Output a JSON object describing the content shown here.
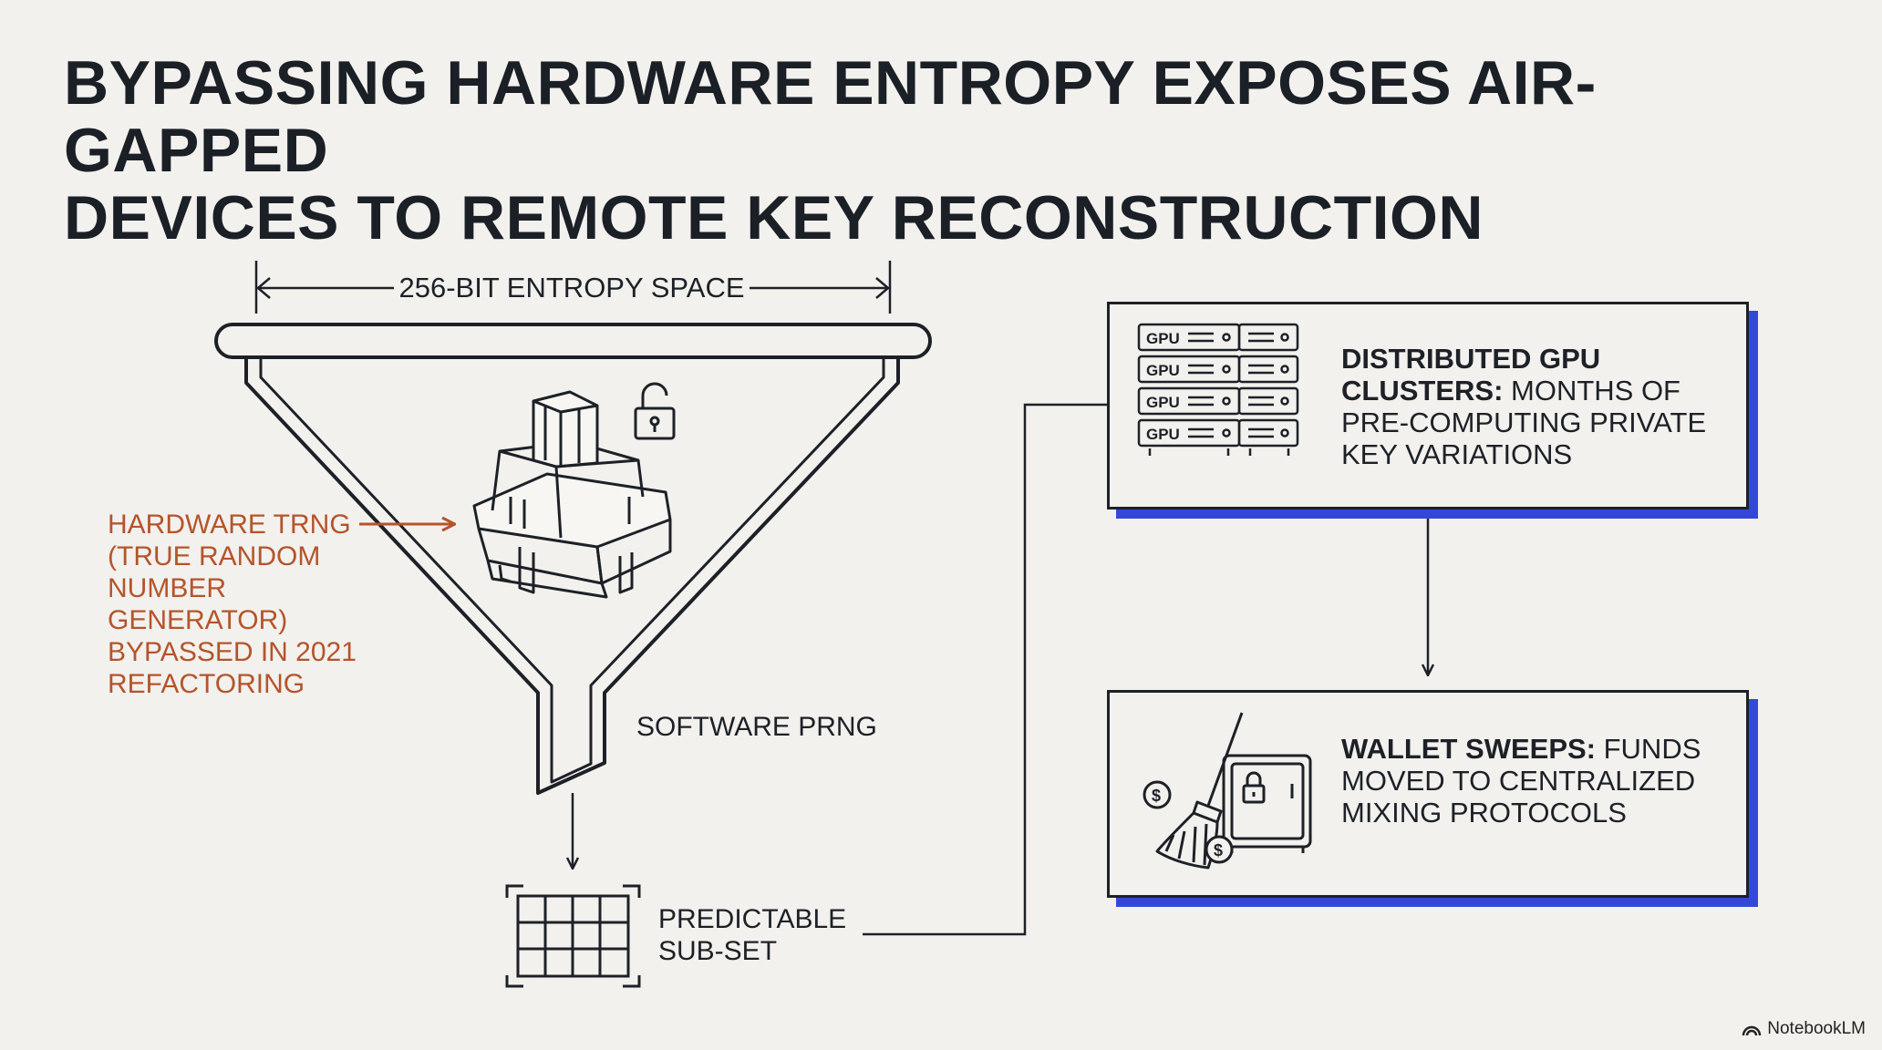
{
  "title": {
    "line1": "BYPASSING HARDWARE ENTROPY EXPOSES AIR-GAPPED",
    "line2": "DEVICES TO REMOTE KEY RECONSTRUCTION"
  },
  "funnel": {
    "entropy_label": "256-BIT ENTROPY SPACE",
    "trng_lines": [
      "HARDWARE TRNG",
      "(TRUE RANDOM",
      "NUMBER",
      "GENERATOR)",
      "BYPASSED IN 2021",
      "REFACTORING"
    ],
    "prng_label": "SOFTWARE PRNG",
    "subset_lines": [
      "PREDICTABLE",
      "SUB-SET"
    ]
  },
  "gpu_box": {
    "bold": "DISTRIBUTED GPU CLUSTERS:",
    "text": " MONTHS OF PRE-COMPUTING PRIVATE KEY VARIATIONS",
    "server_label": "GPU"
  },
  "wallet_box": {
    "bold": "WALLET SWEEPS:",
    "text": " FUNDS MOVED TO CENTRALIZED MIXING PROTOCOLS"
  },
  "brand": "NotebookLM",
  "colors": {
    "accent_orange": "#b5542a",
    "accent_blue": "#3448d8",
    "ink": "#1d2127",
    "background": "#f2f1ee"
  }
}
